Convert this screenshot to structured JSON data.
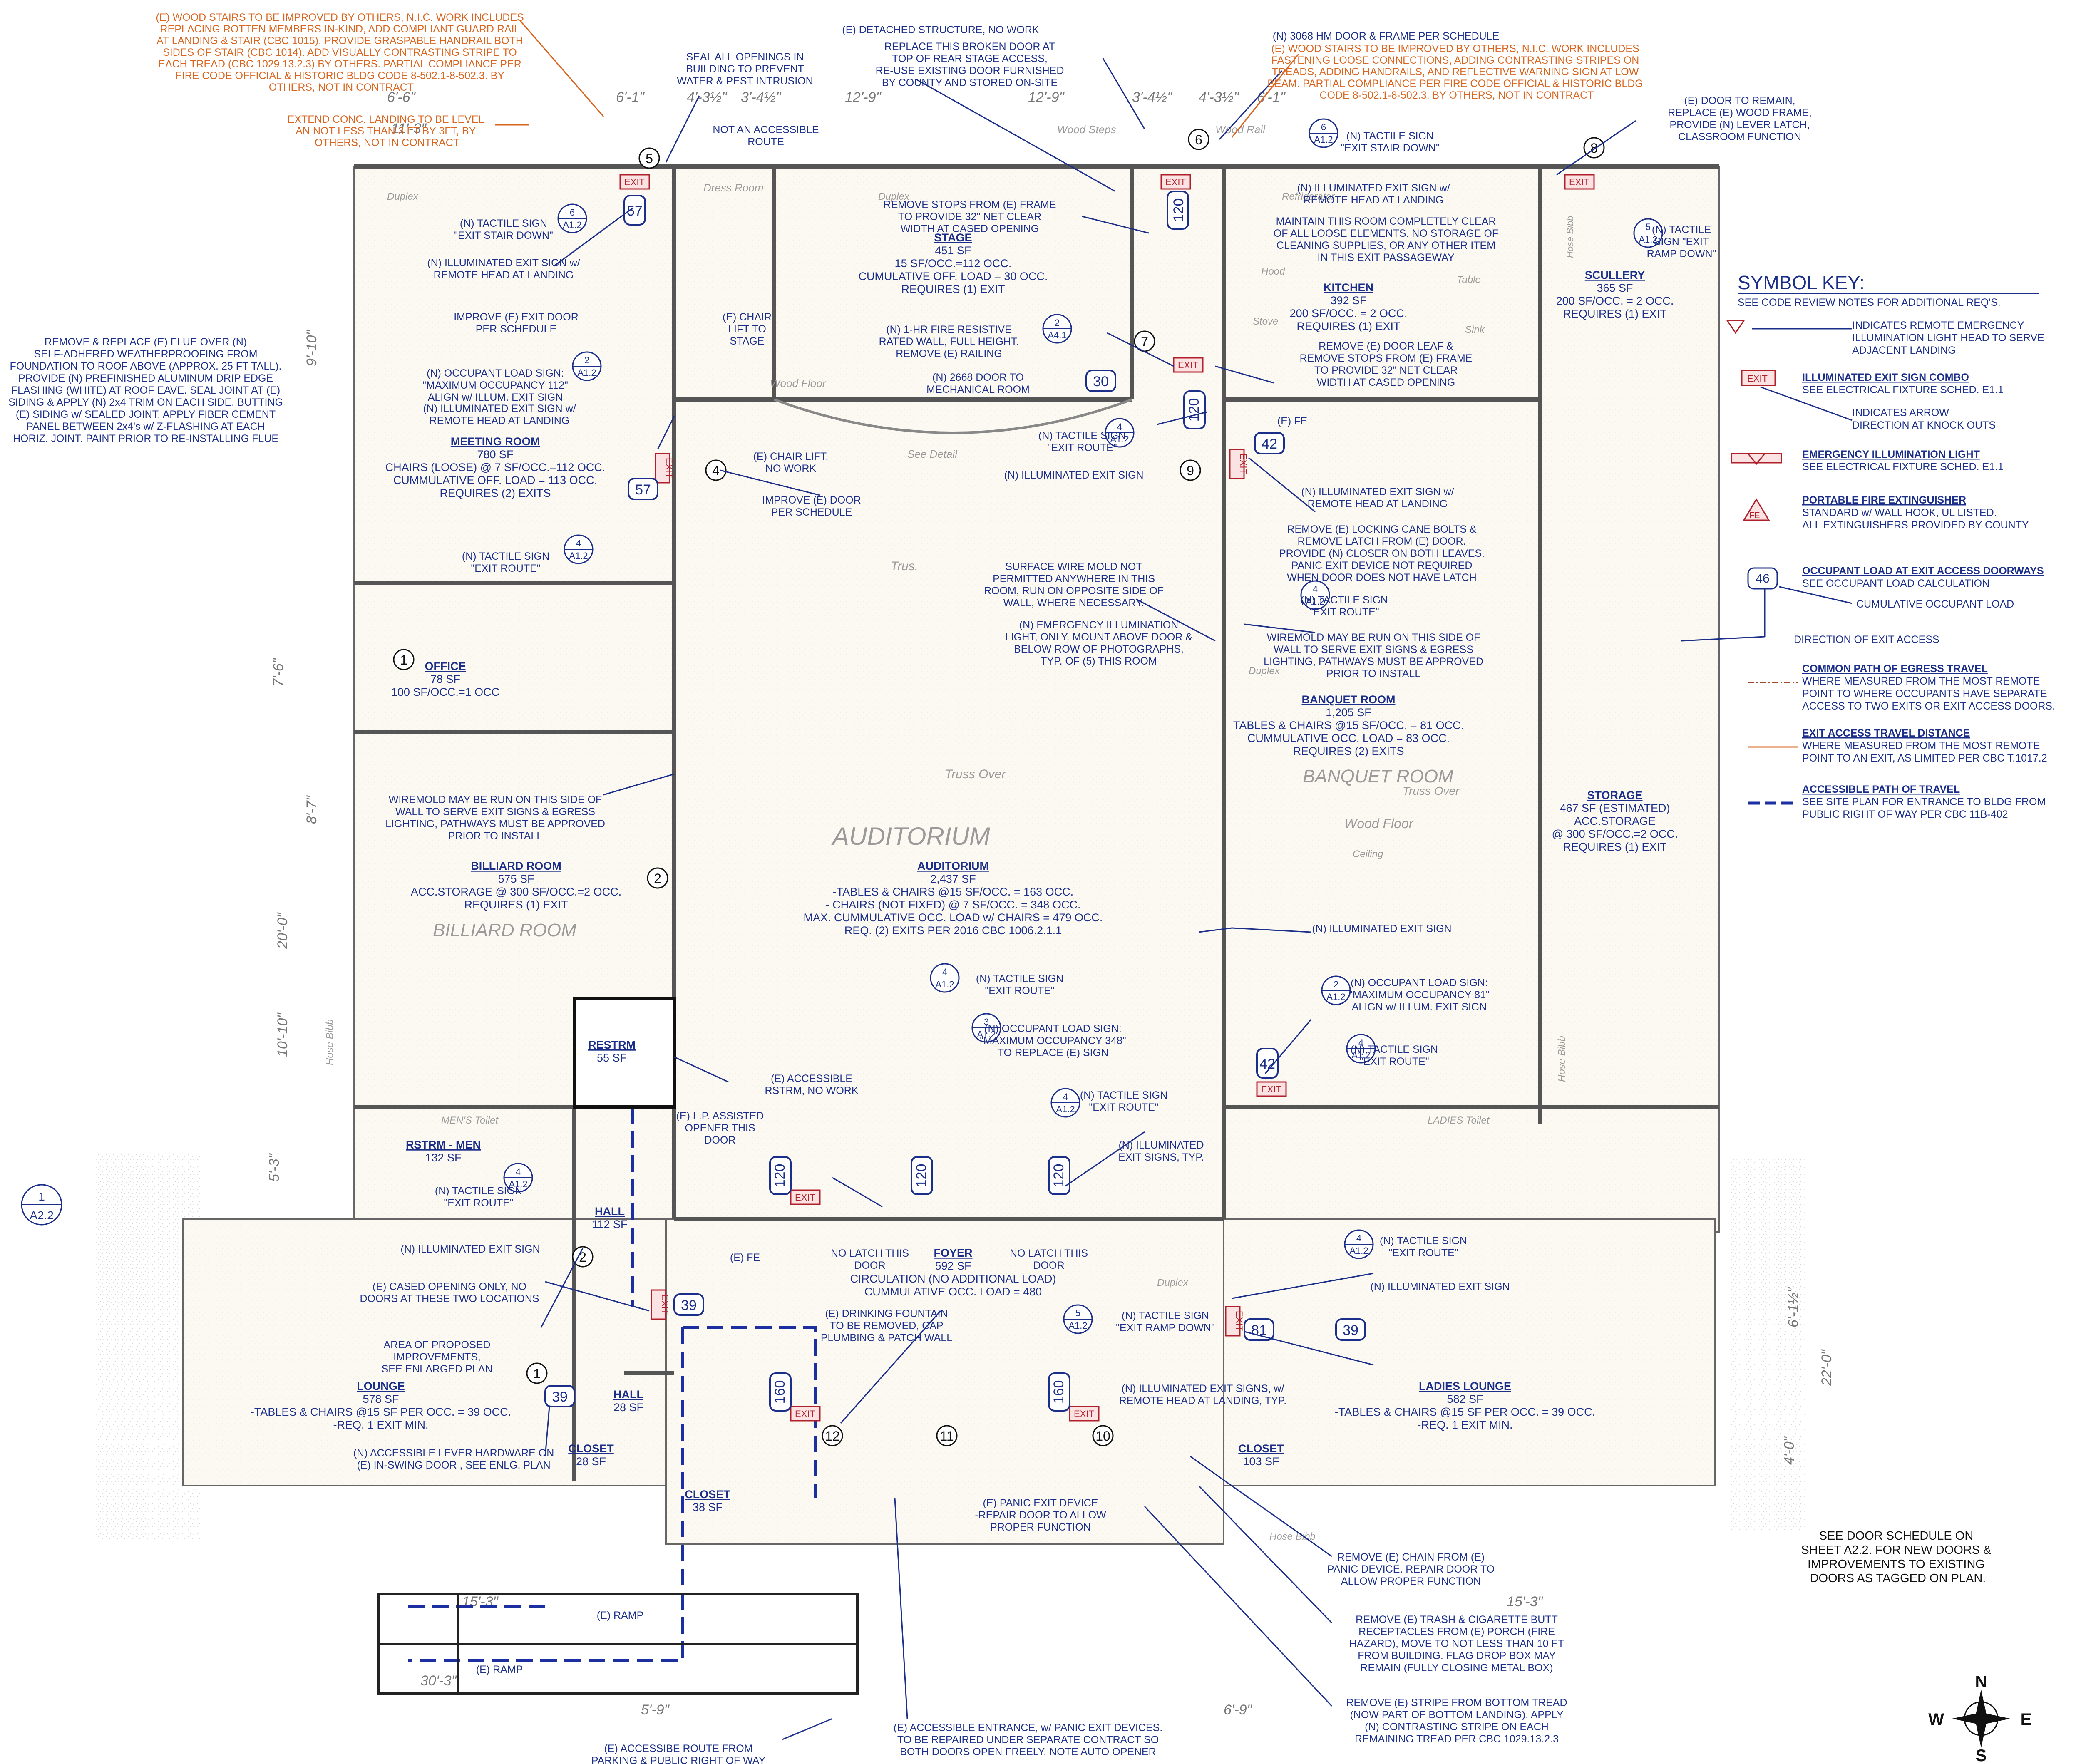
{
  "rooms": [
    {
      "id": "stage",
      "name": "STAGE",
      "lines": [
        "451 SF",
        "15 SF/OCC.=112 OCC.",
        "CUMULATIVE OFF. LOAD = 30 OCC.",
        "REQUIRES (1) EXIT"
      ]
    },
    {
      "id": "kitchen",
      "name": "KITCHEN",
      "lines": [
        "392 SF",
        "200 SF/OCC. = 2 OCC.",
        "REQUIRES (1) EXIT"
      ]
    },
    {
      "id": "scullery",
      "name": "SCULLERY",
      "lines": [
        "365 SF",
        "200 SF/OCC. = 2 OCC.",
        "REQUIRES (1) EXIT"
      ]
    },
    {
      "id": "meeting",
      "name": "MEETING ROOM",
      "lines": [
        "780 SF",
        "CHAIRS (LOOSE) @ 7 SF/OCC.=112 OCC.",
        "CUMMULATIVE OFF. LOAD = 113 OCC.",
        "REQUIRES (2) EXITS"
      ]
    },
    {
      "id": "office",
      "name": "OFFICE",
      "lines": [
        "78 SF",
        "100 SF/OCC.=1 OCC"
      ]
    },
    {
      "id": "banquet",
      "name": "BANQUET ROOM",
      "lines": [
        "1,205 SF",
        "TABLES & CHAIRS @15 SF/OCC. = 81 OCC.",
        "CUMMULATIVE OCC. LOAD = 83 OCC.",
        "REQUIRES (2) EXITS"
      ]
    },
    {
      "id": "storage",
      "name": "STORAGE",
      "lines": [
        "467 SF (ESTIMATED)",
        "ACC.STORAGE",
        "@ 300 SF/OCC.=2 OCC.",
        "REQUIRES (1) EXIT"
      ]
    },
    {
      "id": "billiard",
      "name": "BILLIARD ROOM",
      "lines": [
        "575 SF",
        "ACC.STORAGE @ 300 SF/OCC.=2 OCC.",
        "REQUIRES (1) EXIT"
      ]
    },
    {
      "id": "auditorium",
      "name": "AUDITORIUM",
      "lines": [
        "2,437 SF",
        "-TABLES & CHAIRS @15 SF/OCC. = 163 OCC.",
        "- CHAIRS (NOT FIXED) @ 7 SF/OCC. = 348 OCC.",
        "MAX. CUMMULATIVE OCC. LOAD w/ CHAIRS = 479 OCC.",
        "REQ. (2) EXITS PER 2016 CBC 1006.2.1.1"
      ]
    },
    {
      "id": "restrm",
      "name": "RESTRM",
      "lines": [
        "55 SF"
      ]
    },
    {
      "id": "rstrm_men",
      "name": "RSTRM - MEN",
      "lines": [
        "132 SF"
      ]
    },
    {
      "id": "hall1",
      "name": "HALL",
      "lines": [
        "112 SF"
      ]
    },
    {
      "id": "foyer",
      "name": "FOYER",
      "lines": [
        "592 SF",
        "CIRCULATION (NO ADDITIONAL LOAD)",
        "CUMMULATIVE OCC. LOAD = 480"
      ]
    },
    {
      "id": "lounge",
      "name": "LOUNGE",
      "lines": [
        "578 SF",
        "-TABLES & CHAIRS @15 SF PER OCC. = 39 OCC.",
        "-REQ. 1 EXIT MIN."
      ]
    },
    {
      "id": "hall2",
      "name": "HALL",
      "lines": [
        "28 SF"
      ]
    },
    {
      "id": "closet1",
      "name": "CLOSET",
      "lines": [
        "28 SF"
      ]
    },
    {
      "id": "closet2",
      "name": "CLOSET",
      "lines": [
        "38 SF"
      ]
    },
    {
      "id": "closet3",
      "name": "CLOSET",
      "lines": [
        "103 SF"
      ]
    },
    {
      "id": "ladies",
      "name": "LADIES LOUNGE",
      "lines": [
        "582 SF",
        "-TABLES & CHAIRS @15 SF PER OCC. = 39 OCC.",
        "-REQ. 1 EXIT MIN."
      ]
    }
  ],
  "orange_notes": [
    {
      "id": "wood_stairs_left",
      "lines": [
        "(E) WOOD STAIRS TO BE IMPROVED BY OTHERS, N.I.C. WORK INCLUDES",
        "REPLACING ROTTEN MEMBERS IN-KIND, ADD COMPLIANT GUARD RAIL",
        "AT LANDING & STAIR (CBC 1015), PROVIDE GRASPABLE HANDRAIL BOTH",
        "SIDES OF STAIR (CBC 1014). ADD VISUALLY CONTRASTING STRIPE TO",
        "EACH TREAD (CBC 1029.13.2.3) BY OTHERS. PARTIAL COMPLIANCE PER",
        "FIRE CODE OFFICIAL & HISTORIC BLDG CODE 8-502.1-8-502.3. BY",
        "OTHERS, NOT IN CONTRACT"
      ]
    },
    {
      "id": "landing",
      "lines": [
        "EXTEND CONC. LANDING TO BE LEVEL",
        "AN NOT LESS THAN 3 FT BY 3FT, BY",
        "OTHERS, NOT IN CONTRACT"
      ]
    },
    {
      "id": "wood_stairs_right",
      "lines": [
        "(E) WOOD STAIRS TO BE IMPROVED BY OTHERS, N.I.C. WORK INCLUDES",
        "FASTENING LOOSE CONNECTIONS, ADDING CONTRASTING STRIPES ON",
        "TREADS, ADDING HANDRAILS, AND REFLECTIVE WARNING SIGN AT LOW",
        "BEAM. PARTIAL COMPLIANCE PER FIRE CODE OFFICIAL & HISTORIC BLDG",
        "CODE 8-502.1-8-502.3. BY OTHERS, NOT IN CONTRACT"
      ]
    }
  ],
  "blue_notes": [
    {
      "id": "detached",
      "lines": [
        "(E) DETACHED STRUCTURE, NO WORK"
      ]
    },
    {
      "id": "door_3068",
      "lines": [
        "(N) 3068 HM DOOR & FRAME PER SCHEDULE"
      ]
    },
    {
      "id": "seal",
      "lines": [
        "SEAL ALL OPENINGS IN",
        "BUILDING TO PREVENT",
        "WATER & PEST INTRUSION"
      ]
    },
    {
      "id": "replace_door",
      "lines": [
        "REPLACE THIS BROKEN DOOR AT",
        "TOP OF REAR STAGE ACCESS,",
        "RE-USE EXISTING DOOR FURNISHED",
        "BY COUNTY AND STORED ON-SITE"
      ]
    },
    {
      "id": "not_access",
      "lines": [
        "NOT AN ACCESSIBLE",
        "ROUTE"
      ]
    },
    {
      "id": "door_remain",
      "lines": [
        "(E) DOOR TO REMAIN,",
        "REPLACE (E) WOOD FRAME,",
        "PROVIDE (N) LEVER LATCH,",
        "CLASSROOM FUNCTION"
      ]
    },
    {
      "id": "tactile_stair_down_r",
      "lines": [
        "(N) TACTILE SIGN",
        "\"EXIT STAIR DOWN\""
      ]
    },
    {
      "id": "illum_remote_r",
      "lines": [
        "(N) ILLUMINATED EXIT SIGN w/",
        "REMOTE HEAD AT LANDING"
      ]
    },
    {
      "id": "tactile_ramp_down_r",
      "lines": [
        "(N) TACTILE",
        "SIGN \"EXIT",
        "RAMP DOWN\""
      ]
    },
    {
      "id": "tactile_stair_down_l",
      "lines": [
        "(N) TACTILE SIGN",
        "\"EXIT STAIR DOWN\""
      ]
    },
    {
      "id": "illum_remote_l",
      "lines": [
        "(N) ILLUMINATED EXIT SIGN w/",
        "REMOTE HEAD AT LANDING"
      ]
    },
    {
      "id": "remove_stops",
      "lines": [
        "REMOVE STOPS FROM (E) FRAME",
        "TO PROVIDE 32\" NET CLEAR",
        "WIDTH AT CASED OPENING"
      ]
    },
    {
      "id": "maintain",
      "lines": [
        "MAINTAIN THIS ROOM COMPLETELY CLEAR",
        "OF ALL LOOSE ELEMENTS. NO STORAGE OF",
        "CLEANING SUPPLIES, OR ANY OTHER ITEM",
        "IN THIS EXIT PASSAGEWAY"
      ]
    },
    {
      "id": "improve_door1",
      "lines": [
        "IMPROVE (E) EXIT DOOR",
        "PER SCHEDULE"
      ]
    },
    {
      "id": "chair_lift",
      "lines": [
        "(E) CHAIR",
        "LIFT TO",
        "STAGE"
      ]
    },
    {
      "id": "fire_wall",
      "lines": [
        "(N) 1-HR FIRE RESISTIVE",
        "RATED WALL, FULL HEIGHT.",
        "REMOVE (E) RAILING"
      ]
    },
    {
      "id": "door_2668",
      "lines": [
        "(N) 2668 DOOR TO",
        "MECHANICAL ROOM"
      ]
    },
    {
      "id": "remove_leaf",
      "lines": [
        "REMOVE (E) DOOR LEAF &",
        "REMOVE STOPS FROM (E) FRAME",
        "TO PROVIDE 32\" NET CLEAR",
        "WIDTH AT CASED OPENING"
      ]
    },
    {
      "id": "flue",
      "lines": [
        "REMOVE & REPLACE (E) FLUE OVER (N)",
        "SELF-ADHERED WEATHERPROOFING FROM",
        "FOUNDATION TO ROOF ABOVE (APPROX. 25 FT TALL).",
        "PROVIDE (N) PREFINISHED ALUMINUM DRIP EDGE",
        "FLASHING (WHITE) AT ROOF EAVE. SEAL JOINT AT (E)",
        "SIDING & APPLY (N) 2x4 TRIM ON EACH SIDE, BUTTING",
        "(E) SIDING w/ SEALED JOINT, APPLY FIBER CEMENT",
        "PANEL BETWEEN 2x4's w/ Z-FLASHING AT EACH",
        "HORIZ. JOINT. PAINT PRIOR TO RE-INSTALLING FLUE"
      ]
    },
    {
      "id": "occ_sign_112",
      "lines": [
        "(N) OCCUPANT LOAD SIGN:",
        "\"MAXIMUM OCCUPANCY 112\"",
        "ALIGN w/ ILLUM. EXIT SIGN"
      ]
    },
    {
      "id": "illum_remote_m",
      "lines": [
        "(N) ILLUMINATED EXIT SIGN w/",
        "REMOTE HEAD AT LANDING"
      ]
    },
    {
      "id": "tactile_route_stage",
      "lines": [
        "(N) TACTILE SIGN",
        "\"EXIT ROUTE\""
      ]
    },
    {
      "id": "fe1",
      "lines": [
        "(E) FE"
      ]
    },
    {
      "id": "chair_lift_nw",
      "lines": [
        "(E) CHAIR LIFT,",
        "NO WORK"
      ]
    },
    {
      "id": "illum_sign1",
      "lines": [
        "(N) ILLUMINATED EXIT SIGN"
      ]
    },
    {
      "id": "illum_remote_b",
      "lines": [
        "(N) ILLUMINATED EXIT SIGN w/",
        "REMOTE HEAD AT LANDING"
      ]
    },
    {
      "id": "improve_door2",
      "lines": [
        "IMPROVE (E) DOOR",
        "PER SCHEDULE"
      ]
    },
    {
      "id": "tactile_route_m",
      "lines": [
        "(N) TACTILE SIGN",
        "\"EXIT ROUTE\""
      ]
    },
    {
      "id": "cane_bolts",
      "lines": [
        "REMOVE (E) LOCKING CANE BOLTS &",
        "REMOVE LATCH FROM (E) DOOR.",
        "PROVIDE (N) CLOSER ON BOTH LEAVES.",
        "PANIC EXIT DEVICE NOT REQUIRED",
        "WHEN DOOR DOES NOT HAVE LATCH"
      ]
    },
    {
      "id": "surface_wire",
      "lines": [
        "SURFACE WIRE MOLD NOT",
        "PERMITTED ANYWHERE IN THIS",
        "ROOM, RUN ON OPPOSITE SIDE OF",
        "WALL, WHERE NECESSARY."
      ]
    },
    {
      "id": "tactile_route_b",
      "lines": [
        "(N) TACTILE SIGN",
        "\"EXIT ROUTE\""
      ]
    },
    {
      "id": "emerg_light",
      "lines": [
        "(N) EMERGENCY ILLUMINATION",
        "LIGHT, ONLY. MOUNT ABOVE DOOR &",
        "BELOW ROW OF PHOTOGRAPHS,",
        "TYP. OF (5) THIS ROOM"
      ]
    },
    {
      "id": "wiremold_r",
      "lines": [
        "WIREMOLD MAY BE RUN ON THIS SIDE OF",
        "WALL TO SERVE EXIT SIGNS & EGRESS",
        "LIGHTING, PATHWAYS MUST BE APPROVED",
        "PRIOR TO INSTALL"
      ]
    },
    {
      "id": "wiremold_l",
      "lines": [
        "WIREMOLD MAY BE RUN ON THIS SIDE OF",
        "WALL TO SERVE EXIT SIGNS & EGRESS",
        "LIGHTING, PATHWAYS MUST BE APPROVED",
        "PRIOR TO INSTALL"
      ]
    },
    {
      "id": "illum_sign2",
      "lines": [
        "(N) ILLUMINATED EXIT SIGN"
      ]
    },
    {
      "id": "occ_sign_81",
      "lines": [
        "(N) OCCUPANT LOAD SIGN:",
        "\"MAXIMUM OCCUPANCY 81\"",
        "ALIGN w/ ILLUM. EXIT SIGN"
      ]
    },
    {
      "id": "tactile_route_a",
      "lines": [
        "(N) TACTILE SIGN",
        "\"EXIT ROUTE\""
      ]
    },
    {
      "id": "occ_sign_348",
      "lines": [
        "(N) OCCUPANT LOAD SIGN:",
        "\"MAXIMUM OCCUPANCY 348\"",
        "TO REPLACE (E) SIGN"
      ]
    },
    {
      "id": "tactile_route_c",
      "lines": [
        "(N) TACTILE SIGN",
        "\"EXIT ROUTE\""
      ]
    },
    {
      "id": "tactile_route_d",
      "lines": [
        "(N) TACTILE SIGN",
        "\"EXIT ROUTE\""
      ]
    },
    {
      "id": "acc_restrm",
      "lines": [
        "(E) ACCESSIBLE",
        "RSTRM, NO WORK"
      ]
    },
    {
      "id": "lp_opener",
      "lines": [
        "(E) L.P. ASSISTED",
        "OPENER THIS",
        "DOOR"
      ]
    },
    {
      "id": "tactile_route_e",
      "lines": [
        "(N) TACTILE SIGN",
        "\"EXIT ROUTE\""
      ]
    },
    {
      "id": "illum_typ",
      "lines": [
        "(N) ILLUMINATED",
        "EXIT SIGNS, TYP."
      ]
    },
    {
      "id": "tactile_route_f",
      "lines": [
        "(N) TACTILE SIGN",
        "\"EXIT ROUTE\""
      ]
    },
    {
      "id": "fe2",
      "lines": [
        "(E) FE"
      ]
    },
    {
      "id": "no_latch_l",
      "lines": [
        "NO LATCH THIS",
        "DOOR"
      ]
    },
    {
      "id": "no_latch_r",
      "lines": [
        "NO LATCH THIS",
        "DOOR"
      ]
    },
    {
      "id": "illum_sign3",
      "lines": [
        "(N) ILLUMINATED EXIT SIGN"
      ]
    },
    {
      "id": "illum_sign4",
      "lines": [
        "(N) ILLUMINATED EXIT SIGN"
      ]
    },
    {
      "id": "cased_opening",
      "lines": [
        "(E) CASED OPENING ONLY, NO",
        "DOORS AT THESE TWO LOCATIONS"
      ]
    },
    {
      "id": "drinking",
      "lines": [
        "(E) DRINKING FOUNTAIN",
        "TO BE REMOVED, CAP",
        "PLUMBING & PATCH WALL"
      ]
    },
    {
      "id": "tactile_ramp_down_b",
      "lines": [
        "(N) TACTILE SIGN",
        "\"EXIT RAMP DOWN\""
      ]
    },
    {
      "id": "area_proposed",
      "lines": [
        "AREA OF PROPOSED",
        "IMPROVEMENTS,",
        "SEE ENLARGED PLAN"
      ]
    },
    {
      "id": "illum_landing_typ",
      "lines": [
        "(N) ILLUMINATED EXIT SIGNS, w/",
        "REMOTE HEAD AT LANDING, TYP."
      ]
    },
    {
      "id": "lever_hw",
      "lines": [
        "(N) ACCESSIBLE LEVER HARDWARE ON",
        "(E) IN-SWING DOOR , SEE ENLG. PLAN"
      ]
    },
    {
      "id": "panic_repair",
      "lines": [
        "(E) PANIC EXIT DEVICE",
        "-REPAIR DOOR TO ALLOW",
        "PROPER FUNCTION"
      ]
    },
    {
      "id": "chain",
      "lines": [
        "REMOVE (E) CHAIN FROM (E)",
        "PANIC DEVICE. REPAIR DOOR TO",
        "ALLOW PROPER FUNCTION"
      ]
    },
    {
      "id": "trash",
      "lines": [
        "REMOVE (E) TRASH & CIGARETTE BUTT",
        "RECEPTACLES FROM (E) PORCH (FIRE",
        "HAZARD), MOVE TO NOT LESS THAN 10 FT",
        "FROM BUILDING. FLAG DROP BOX MAY",
        "REMAIN (FULLY CLOSING METAL BOX)"
      ]
    },
    {
      "id": "ramp1",
      "lines": [
        "(E) RAMP"
      ]
    },
    {
      "id": "ramp2",
      "lines": [
        "(E) RAMP"
      ]
    },
    {
      "id": "stripe",
      "lines": [
        "REMOVE (E) STRIPE FROM BOTTOM TREAD",
        "(NOW PART OF BOTTOM LANDING). APPLY",
        "(N) CONTRASTING STRIPE ON EACH",
        "REMAINING TREAD PER CBC 1029.13.2.3"
      ]
    },
    {
      "id": "acc_entrance",
      "lines": [
        "(E) ACCESSIBLE ENTRANCE, w/ PANIC EXIT DEVICES.",
        "TO BE REPAIRED UNDER SEPARATE CONTRACT SO",
        "BOTH DOORS OPEN FREELY. NOTE AUTO OPENER"
      ]
    },
    {
      "id": "acc_route",
      "lines": [
        "(E) ACCESSIBE ROUTE FROM",
        "PARKING & PUBLIC RIGHT OF WAY"
      ]
    }
  ],
  "door_schedule_note": [
    "SEE DOOR SCHEDULE ON",
    "SHEET A2.2. FOR NEW DOORS &",
    "IMPROVEMENTS TO EXISTING",
    "DOORS AS TAGGED ON PLAN."
  ],
  "symbol_key": {
    "title": "SYMBOL KEY:",
    "subtitle": "SEE CODE REVIEW NOTES FOR ADDITIONAL REQ'S.",
    "items": [
      {
        "id": "remote_head",
        "title": "",
        "lines": [
          "INDICATES REMOTE EMERGENCY",
          "ILLUMINATION LIGHT HEAD TO SERVE",
          "ADJACENT LANDING"
        ]
      },
      {
        "id": "exit_combo",
        "title": "ILLUMINATED EXIT SIGN COMBO",
        "lines": [
          "SEE ELECTRICAL FIXTURE SCHED. E1.1"
        ]
      },
      {
        "id": "arrow",
        "title": "",
        "lines": [
          "INDICATES ARROW",
          "DIRECTION AT KNOCK OUTS"
        ]
      },
      {
        "id": "emerg",
        "title": "EMERGENCY ILLUMINATION LIGHT",
        "lines": [
          "SEE ELECTRICAL FIXTURE SCHED. E1.1"
        ]
      },
      {
        "id": "pfe",
        "title": "PORTABLE FIRE EXTINGUISHER",
        "lines": [
          "STANDARD w/ WALL HOOK, UL LISTED.",
          "ALL EXTINGUISHERS PROVIDED BY COUNTY"
        ]
      },
      {
        "id": "occ_load",
        "title": "OCCUPANT LOAD AT EXIT ACCESS DOORWAYS",
        "lines": [
          "SEE OCCUPANT LOAD CALCULATION"
        ]
      },
      {
        "id": "cumul",
        "title": "",
        "lines": [
          "CUMULATIVE OCCUPANT LOAD"
        ]
      },
      {
        "id": "direction",
        "title": "",
        "lines": [
          "DIRECTION OF EXIT ACCESS"
        ]
      },
      {
        "id": "common_path",
        "title": "COMMON PATH OF EGRESS TRAVEL",
        "lines": [
          "WHERE MEASURED FROM THE MOST REMOTE",
          "POINT TO WHERE OCCUPANTS HAVE SEPARATE",
          "ACCESS TO TWO EXITS OR EXIT ACCESS DOORS."
        ]
      },
      {
        "id": "travel_dist",
        "title": "EXIT ACCESS TRAVEL DISTANCE",
        "lines": [
          "WHERE MEASURED FROM THE MOST REMOTE",
          "POINT TO AN EXIT, AS LIMITED PER CBC T.1017.2"
        ]
      },
      {
        "id": "acc_path",
        "title": "ACCESSIBLE PATH OF TRAVEL",
        "lines": [
          "SEE SITE PLAN FOR ENTRANCE TO BLDG FROM",
          "PUBLIC RIGHT OF WAY PER CBC 11B-402"
        ]
      }
    ],
    "legend_tag": "46",
    "exit_label": "EXIT",
    "fe_label": "FE"
  },
  "occ_tags": [
    "57",
    "57",
    "120",
    "120",
    "30",
    "42",
    "42",
    "120",
    "120",
    "120",
    "39",
    "39",
    "81",
    "39",
    "160",
    "160",
    "46"
  ],
  "door_tags": [
    "5",
    "6",
    "8",
    "7",
    "9",
    "4",
    "2",
    "2",
    "1",
    "1",
    "12",
    "11",
    "10"
  ],
  "sign_tags": [
    {
      "num": "6",
      "sheet": "A1.2"
    },
    {
      "num": "6",
      "sheet": "A1.2"
    },
    {
      "num": "5",
      "sheet": "A1.2"
    },
    {
      "num": "2",
      "sheet": "A4.1"
    },
    {
      "num": "2",
      "sheet": "A1.2"
    },
    {
      "num": "4",
      "sheet": "A1.2"
    },
    {
      "num": "4",
      "sheet": "A1.2"
    },
    {
      "num": "4",
      "sheet": "A1.2"
    },
    {
      "num": "4",
      "sheet": "A1.2"
    },
    {
      "num": "2",
      "sheet": "A1.2"
    },
    {
      "num": "4",
      "sheet": "A1.2"
    },
    {
      "num": "3",
      "sheet": "A1.2"
    },
    {
      "num": "4",
      "sheet": "A1.2"
    },
    {
      "num": "4",
      "sheet": "A1.2"
    },
    {
      "num": "4",
      "sheet": "A1.2"
    },
    {
      "num": "5",
      "sheet": "A1.2"
    }
  ],
  "section_tag": {
    "num": "1",
    "sheet": "A2.2"
  },
  "compass": {
    "n": "N",
    "s": "S",
    "e": "E",
    "w": "W"
  },
  "dims": [
    "6'-6\"",
    "11'-3\"",
    "6'-1\"",
    "4'-3½\"",
    "3'-4½\"",
    "12'-9\"",
    "12'-9\"",
    "3'-4½\"",
    "4'-3½\"",
    "6'-1\"",
    "15'-3\"",
    "15'-3\"",
    "30'-3\"",
    "5'-9\"",
    "6'-9\"",
    "22'-0\"",
    "6'-1½\"",
    "4'-0\"",
    "20'-0\"",
    "10'-10\"",
    "8'-7\"",
    "9'-10\"",
    "7'-6\"",
    "5'-3\""
  ],
  "sketch_words": [
    "AUDITORIUM",
    "BILLIARD ROOM",
    "BANQUET ROOM",
    "Wood Floor",
    "Truss Over",
    "Truss Over",
    "Trus.",
    "Wood Floor",
    "Wood Steps",
    "Wood Rail",
    "Dress Room",
    "Duplex",
    "Duplex",
    "Duplex",
    "Duplex",
    "Refrigerator",
    "Table",
    "Stove",
    "Sink",
    "Hood",
    "MEN'S Toilet",
    "LADIES Toilet",
    "Hose Bibb",
    "Hose Bibb",
    "Hose Bibb",
    "Ceiling",
    "See Detail",
    "Hose Bibb"
  ]
}
